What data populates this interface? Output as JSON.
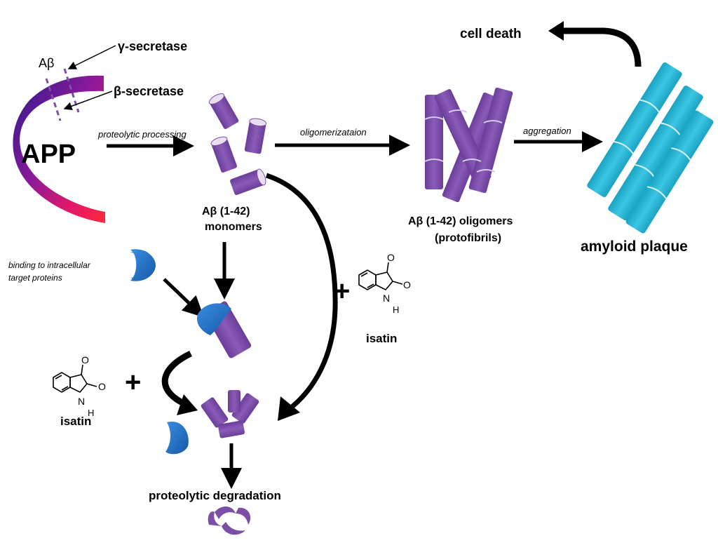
{
  "labels": {
    "abeta": "Aβ",
    "gamma_secretase": "γ-secretase",
    "beta_secretase": "β-secretase",
    "app": "APP",
    "proteolytic_processing": "proteolytic processing",
    "monomers_line1": "Aβ (1-42)",
    "monomers_line2": "monomers",
    "oligomerization": "oligomerizataion",
    "oligomers_line1": "Aβ (1-42) oligomers",
    "oligomers_line2": "(protofibrils)",
    "aggregation": "aggregation",
    "amyloid_plaque": "amyloid plaque",
    "cell_death": "cell death",
    "binding_line1": "binding to intracellular",
    "binding_line2": "target proteins",
    "isatin_right": "isatin",
    "isatin_left": "isatin",
    "proteolytic_degradation": "proteolytic degradation",
    "plus": "+",
    "atom_o": "O",
    "atom_n": "N",
    "atom_h": "H"
  },
  "colors": {
    "abeta_purple": "#7b4fa6",
    "abeta_purple_dark": "#5e3786",
    "plaque_cyan": "#29b6d3",
    "plaque_cyan_dark": "#168fab",
    "target_blue": "#1f6fc0",
    "app_magenta": "#d61a6a",
    "app_indigo": "#2a1a8a",
    "arrow": "#000000"
  }
}
